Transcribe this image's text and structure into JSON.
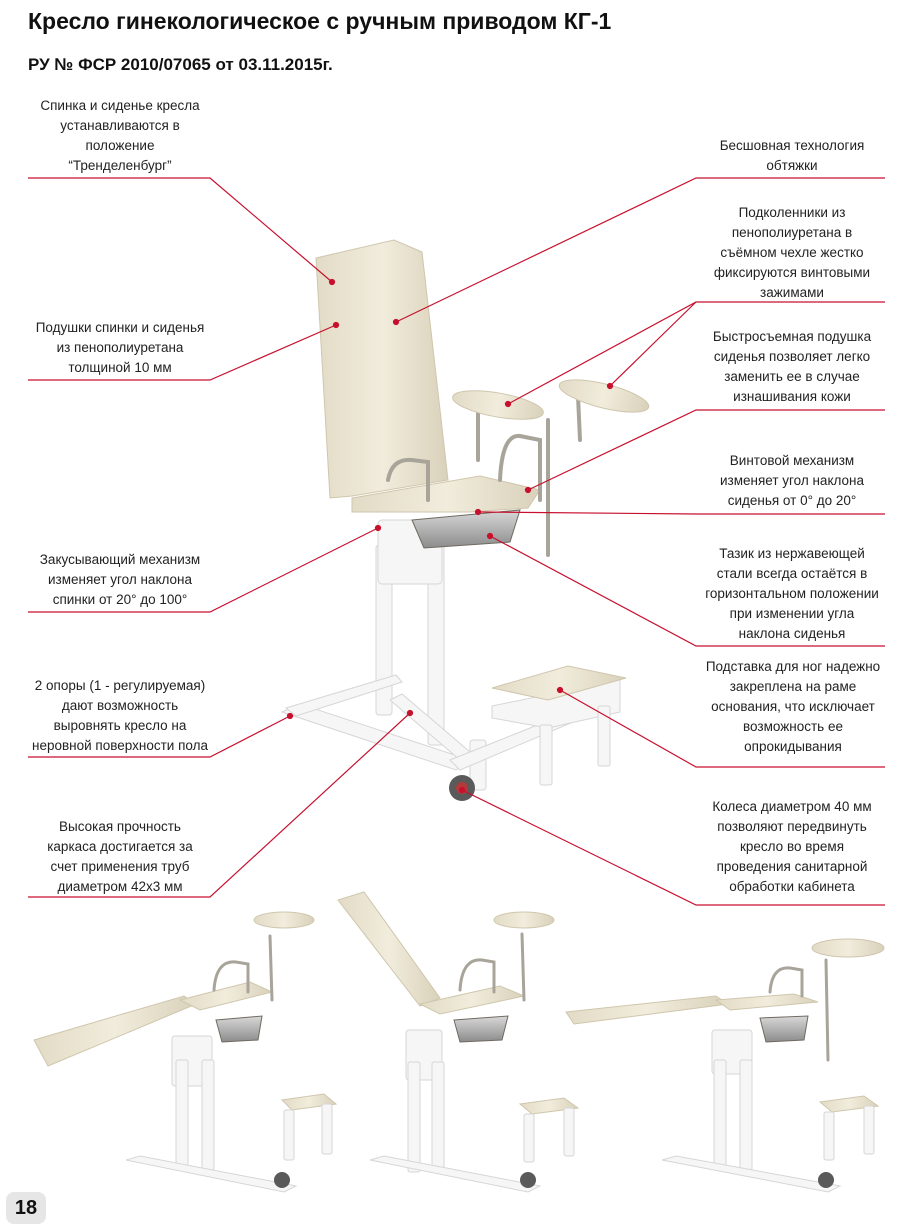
{
  "header": {
    "title": "Кресло гинекологическое с ручным приводом КГ-1",
    "registration": "РУ № ФСР 2010/07065 от 03.11.2015г."
  },
  "callouts_left": [
    {
      "id": "trendelenburg",
      "text": "Спинка и сиденье кресла\nустанавливаются в\nположение\n“Тренделенбург”"
    },
    {
      "id": "cushions",
      "text": "Подушки спинки и сиденья\nиз пенополиуретана\nтолщиной 10 мм"
    },
    {
      "id": "ratchet",
      "text": "Закусывающий механизм\nизменяет угол наклона\nспинки от 20° до 100°"
    },
    {
      "id": "supports",
      "text": "2 опоры (1 - регулируемая)\nдают возможность\nвыровнять кресло на\nнеровной поверхности пола"
    },
    {
      "id": "frame",
      "text": "Высокая прочность\nкаркаса достигается за\nсчет применения труб\nдиаметром 42х3 мм"
    }
  ],
  "callouts_right": [
    {
      "id": "seamless",
      "text": "Бесшовная технология\nобтяжки"
    },
    {
      "id": "knee-rests",
      "text": "Подколенники из\nпенополиуретана в\nсъёмном чехле жестко\nфиксируются винтовыми\nзажимами"
    },
    {
      "id": "seat-cushion",
      "text": "Быстросъемная подушка\nсиденья позволяет легко\nзаменить ее в случае\nизнашивания кожи"
    },
    {
      "id": "screw",
      "text": "Винтовой механизм\nизменяет угол наклона\nсиденья от 0° до 20°"
    },
    {
      "id": "basin",
      "text": "Тазик из нержавеющей\nстали всегда остаётся в\nгоризонтальном положении\nпри изменении угла\nнаклона сиденья"
    },
    {
      "id": "footrest",
      "text": "Подставка для ног надежно\nзакреплена на раме\nоснования, что исключает\nвозможность ее\nопрокидывания"
    },
    {
      "id": "wheels",
      "text": "Колеса диаметром 40 мм\nпозволяют передвинуть\nкресло во время\nпроведения санитарной\nобработки кабинета"
    }
  ],
  "footer": {
    "page_number": "18"
  },
  "colors": {
    "leader_line": "#c8102e",
    "upholstery": "#ece6d3",
    "frame": "#f4f4f4",
    "metal": "#a9a49a"
  }
}
